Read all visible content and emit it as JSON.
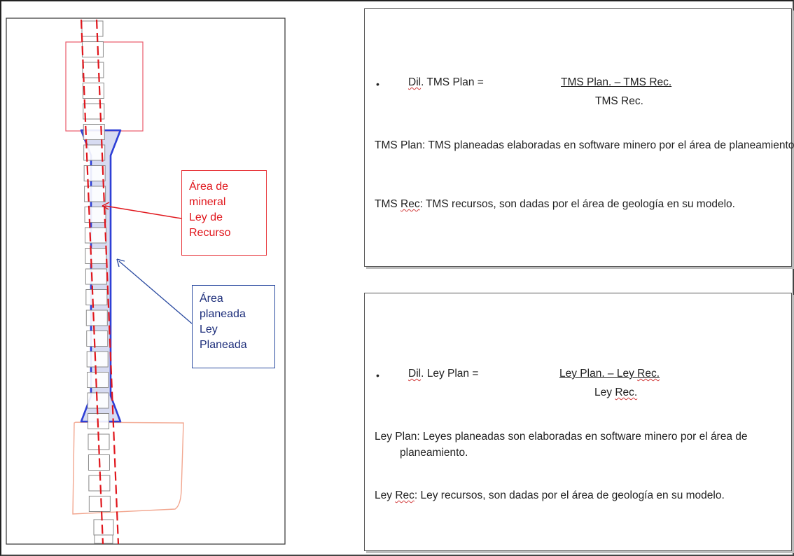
{
  "diagram": {
    "label_mineral": [
      "Área de",
      "mineral",
      "Ley de",
      "Recurso"
    ],
    "label_planned": [
      "Área",
      "planeada",
      "Ley",
      "Planeada"
    ],
    "colors": {
      "resource_red": "#e0161c",
      "planned_blue": "#2e3fd6",
      "planned_fill": "#8d97d8",
      "upper_block": "#ea5a6a",
      "lower_block": "#f2a790"
    }
  },
  "tms_panel": {
    "bullet": "•",
    "formula_name": "Dil. TMS Plan =",
    "formula_name_a": "Dil",
    "formula_name_b": ". TMS Plan =",
    "numerator": "TMS Plan. – TMS Rec.",
    "denominator": "TMS Rec.",
    "def_plan": "TMS Plan: TMS planeadas elaboradas en software minero por el área de planeamiento.",
    "def_rec": "TMS Rec: TMS recursos, son dadas por el área de geología en su modelo.",
    "def_rec_a": "TMS ",
    "def_rec_b": "Rec",
    "def_rec_c": ": TMS recursos, son dadas por el área de geología en su modelo."
  },
  "ley_panel": {
    "bullet": "•",
    "formula_name": "Dil. Ley Plan =",
    "formula_name_a": "Dil",
    "formula_name_b": ". Ley Plan =",
    "numerator": "Ley Plan. – Ley Rec.",
    "numerator_a": "Ley Plan. – Ley ",
    "numerator_b": "Rec.",
    "denominator": "Ley Rec.",
    "denominator_a": "Ley ",
    "denominator_b": "Rec.",
    "def_plan": "Ley Plan: Leyes planeadas son  elaboradas en software minero por el área de planeamiento.",
    "def_rec": "Ley Rec: Ley recursos, son dadas por el área de geología en su modelo.",
    "def_rec_a": "Ley ",
    "def_rec_b": "Rec",
    "def_rec_c": ": Ley recursos, son dadas por el área de geología en su modelo."
  }
}
